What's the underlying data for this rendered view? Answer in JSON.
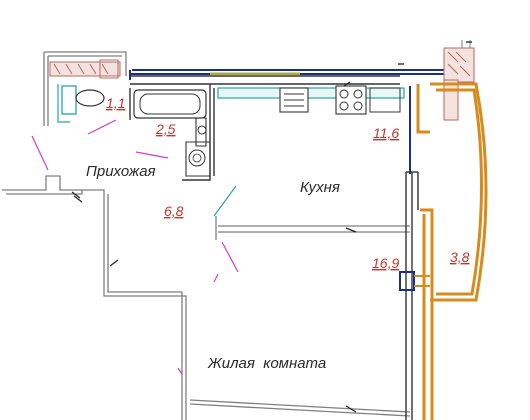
{
  "plan": {
    "rooms": {
      "toilet": {
        "area": "1,1"
      },
      "bathroom": {
        "area": "2,5"
      },
      "hallway": {
        "name": "Прихожая",
        "area": "6,8"
      },
      "kitchen": {
        "name": "Кухня",
        "area": "11,6"
      },
      "living": {
        "name": "Жилая  комната",
        "area": "16,9"
      },
      "balcony": {
        "area": "3,8"
      }
    }
  },
  "colors": {
    "wall": "#7f7f7f",
    "wall_dark": "#333333",
    "window": "#1b2f86",
    "balcony_frame": "#d78b1c",
    "fixture": "#27a6a6",
    "door_swing": "#d23cc9",
    "area_text": "#c4342a",
    "brick": "#b7695f"
  }
}
